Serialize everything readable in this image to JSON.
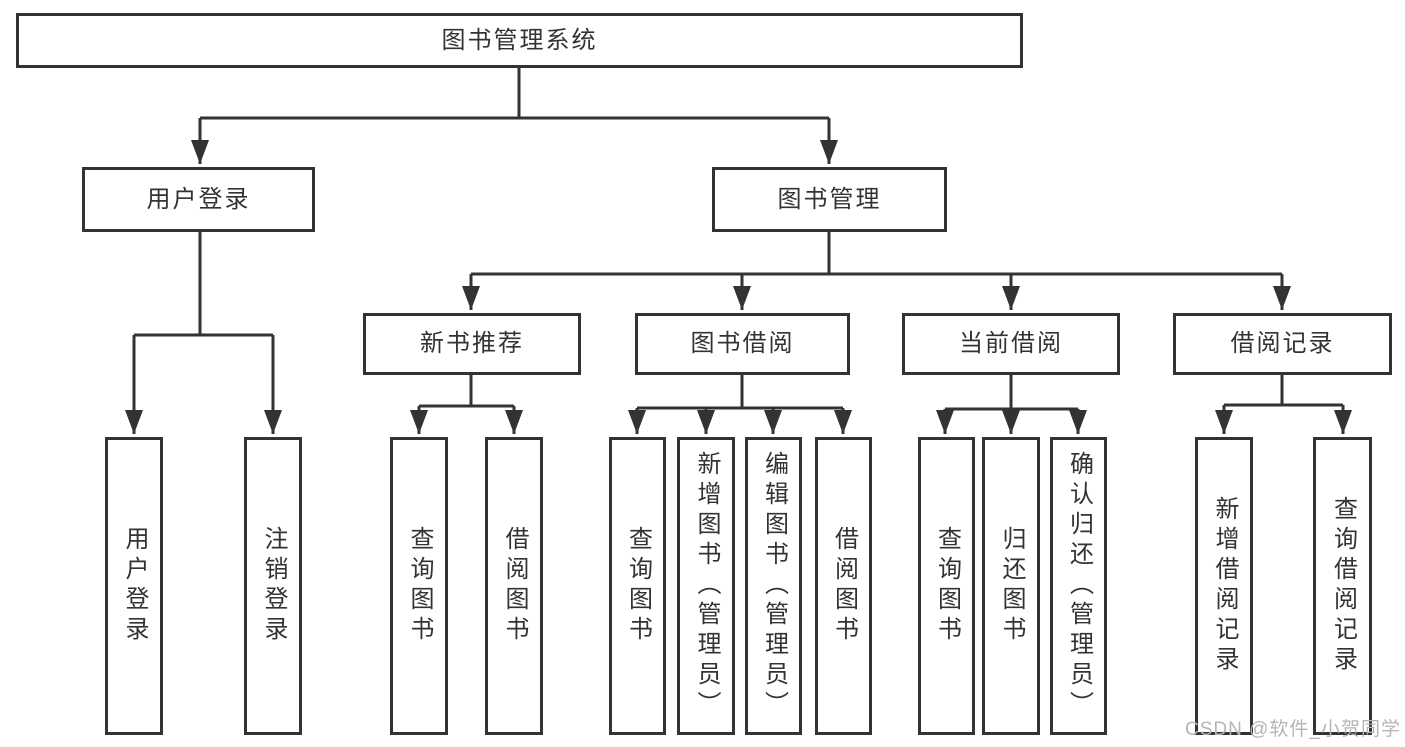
{
  "diagram": {
    "root": {
      "label": "图书管理系统"
    },
    "level2": {
      "user_login": {
        "label": "用户登录"
      },
      "book_management": {
        "label": "图书管理"
      }
    },
    "level3": {
      "new_book_recommend": {
        "label": "新书推荐"
      },
      "book_borrowing": {
        "label": "图书借阅"
      },
      "current_borrowing": {
        "label": "当前借阅"
      },
      "borrowing_records": {
        "label": "借阅记录"
      }
    },
    "leaves": {
      "user_login": {
        "label": "用户登录"
      },
      "logout": {
        "label": "注销登录"
      },
      "nbr_query_books": {
        "label": "查询图书"
      },
      "nbr_borrow_books": {
        "label": "借阅图书"
      },
      "bb_query_books": {
        "label": "查询图书"
      },
      "bb_add_books": {
        "label": "新增图书（管理员）"
      },
      "bb_edit_books": {
        "label": "编辑图书（管理员）"
      },
      "bb_borrow_books": {
        "label": "借阅图书"
      },
      "cb_query_books": {
        "label": "查询图书"
      },
      "cb_return_books": {
        "label": "归还图书"
      },
      "cb_confirm_return": {
        "label": "确认归还（管理员）"
      },
      "br_add_record": {
        "label": "新增借阅记录"
      },
      "br_query_record": {
        "label": "查询借阅记录"
      }
    }
  },
  "watermark": {
    "text": "CSDN @软件_小贺同学"
  },
  "colors": {
    "line": "#333333",
    "text": "#333333",
    "watermark": "#b5b5b5",
    "background": "#ffffff"
  }
}
